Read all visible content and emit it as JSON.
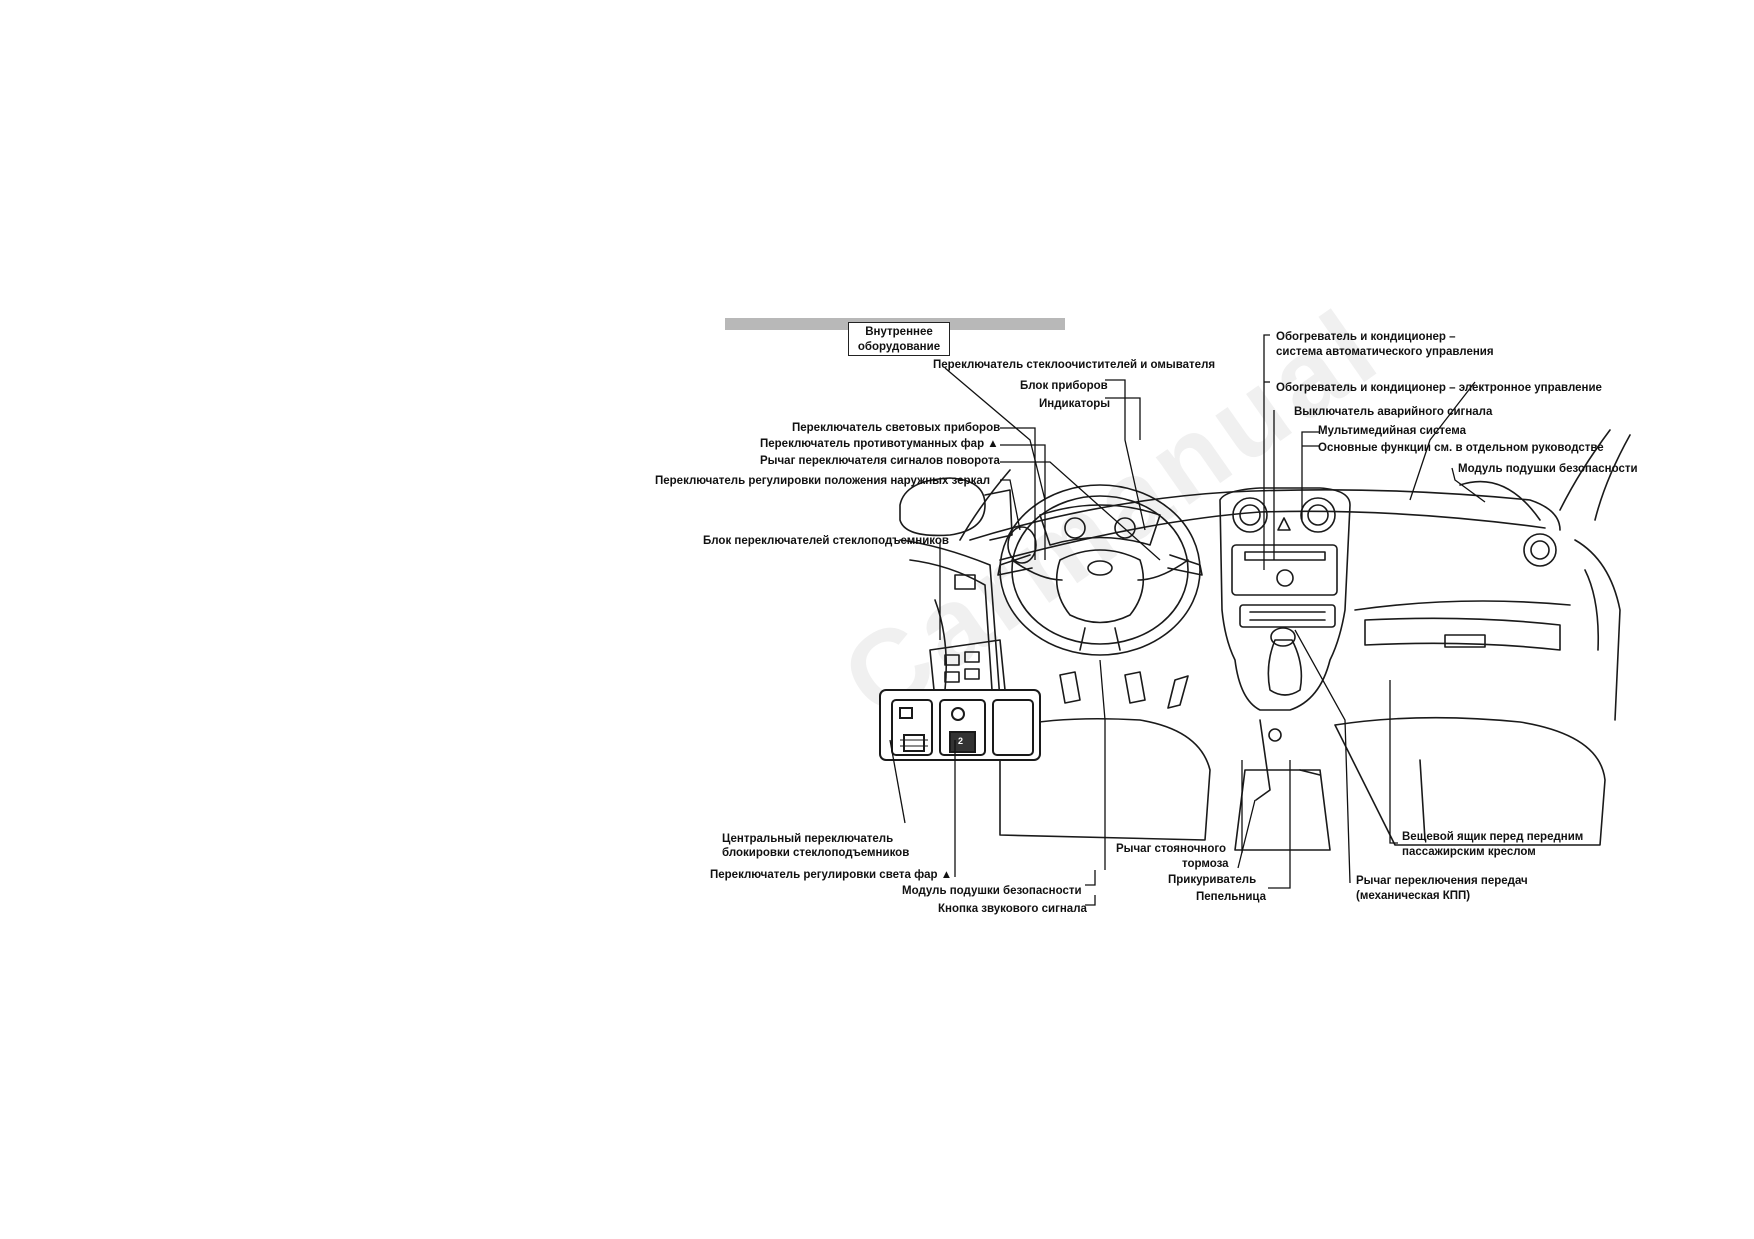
{
  "section": {
    "line1": "Внутреннее",
    "line2": "оборудование"
  },
  "watermark": "Carmanual",
  "labels": {
    "wiper": "Переключатель стеклоочистителей и омывателя",
    "cluster": "Блок приборов",
    "indicators": "Индикаторы",
    "lights": "Переключатель световых приборов",
    "fog": "Переключатель противотуманных фар ▲",
    "turn": "Рычаг переключателя сигналов поворота",
    "mirrors": "Переключатель регулировки положения наружных зеркал",
    "windows": "Блок переключателей стеклоподъемников",
    "central_lock_1": "Центральный переключатель",
    "central_lock_2": "блокировки стеклоподъемников",
    "headlamp_level": "Переключатель регулировки света фар ▲",
    "airbag_driver": "Модуль подушки безопасности",
    "horn": "Кнопка звукового сигнала",
    "park_brake_1": "Рычаг стояночного",
    "park_brake_2": "тормоза",
    "lighter": "Прикуриватель",
    "ashtray": "Пепельница",
    "climate_auto_1": "Обогреватель и кондиционер –",
    "climate_auto_2": "система автоматического управления",
    "climate_elec": "Обогреватель и кондиционер – электронное управление",
    "hazard": "Выключатель аварийного сигнала",
    "multimedia": "Мультимедийная система",
    "multimedia_note": "Основные функции см. в отдельном руководстве",
    "airbag_pass": "Модуль подушки безопасности",
    "glovebox_1": "Вещевой ящик перед передним",
    "glovebox_2": "пассажирским креслом",
    "gear_1": "Рычаг переключения передач",
    "gear_2": "(механическая КПП)"
  },
  "inset_badge": "2"
}
